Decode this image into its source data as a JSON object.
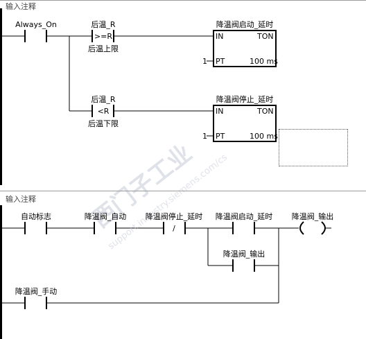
{
  "network1": {
    "comment": "输入注释",
    "contacts": {
      "always_on": "Always_On",
      "compare_high_top": "后温_R",
      "compare_high_op": ">=R",
      "compare_high_bottom": "后温上限",
      "compare_low_top": "后温_R",
      "compare_low_op": "<R",
      "compare_low_bottom": "后温下限"
    },
    "timer_start": {
      "name": "降温阀启动_延时",
      "in": "IN",
      "type": "TON",
      "pt_value": "1",
      "pt": "PT",
      "base": "100 ms"
    },
    "timer_stop": {
      "name": "降温阀停止_延时",
      "in": "IN",
      "type": "TON",
      "pt_value": "1",
      "pt": "PT",
      "base": "100 ms"
    }
  },
  "network2": {
    "comment": "输入注释",
    "contacts": {
      "auto_flag": "自动标志",
      "valve_auto": "降温阀_自动",
      "stop_delay": "降温阀停止_延时",
      "stop_delay_op": "/",
      "start_delay": "降温阀启动_延时",
      "valve_output_latch": "降温阀_输出",
      "valve_manual": "降温阀_手动"
    },
    "coil": {
      "name": "降温阀_输出",
      "symbol": "(    )"
    }
  },
  "watermark": {
    "line1": "西门子工业",
    "line2": "support.industry.siemens.com/cs"
  }
}
